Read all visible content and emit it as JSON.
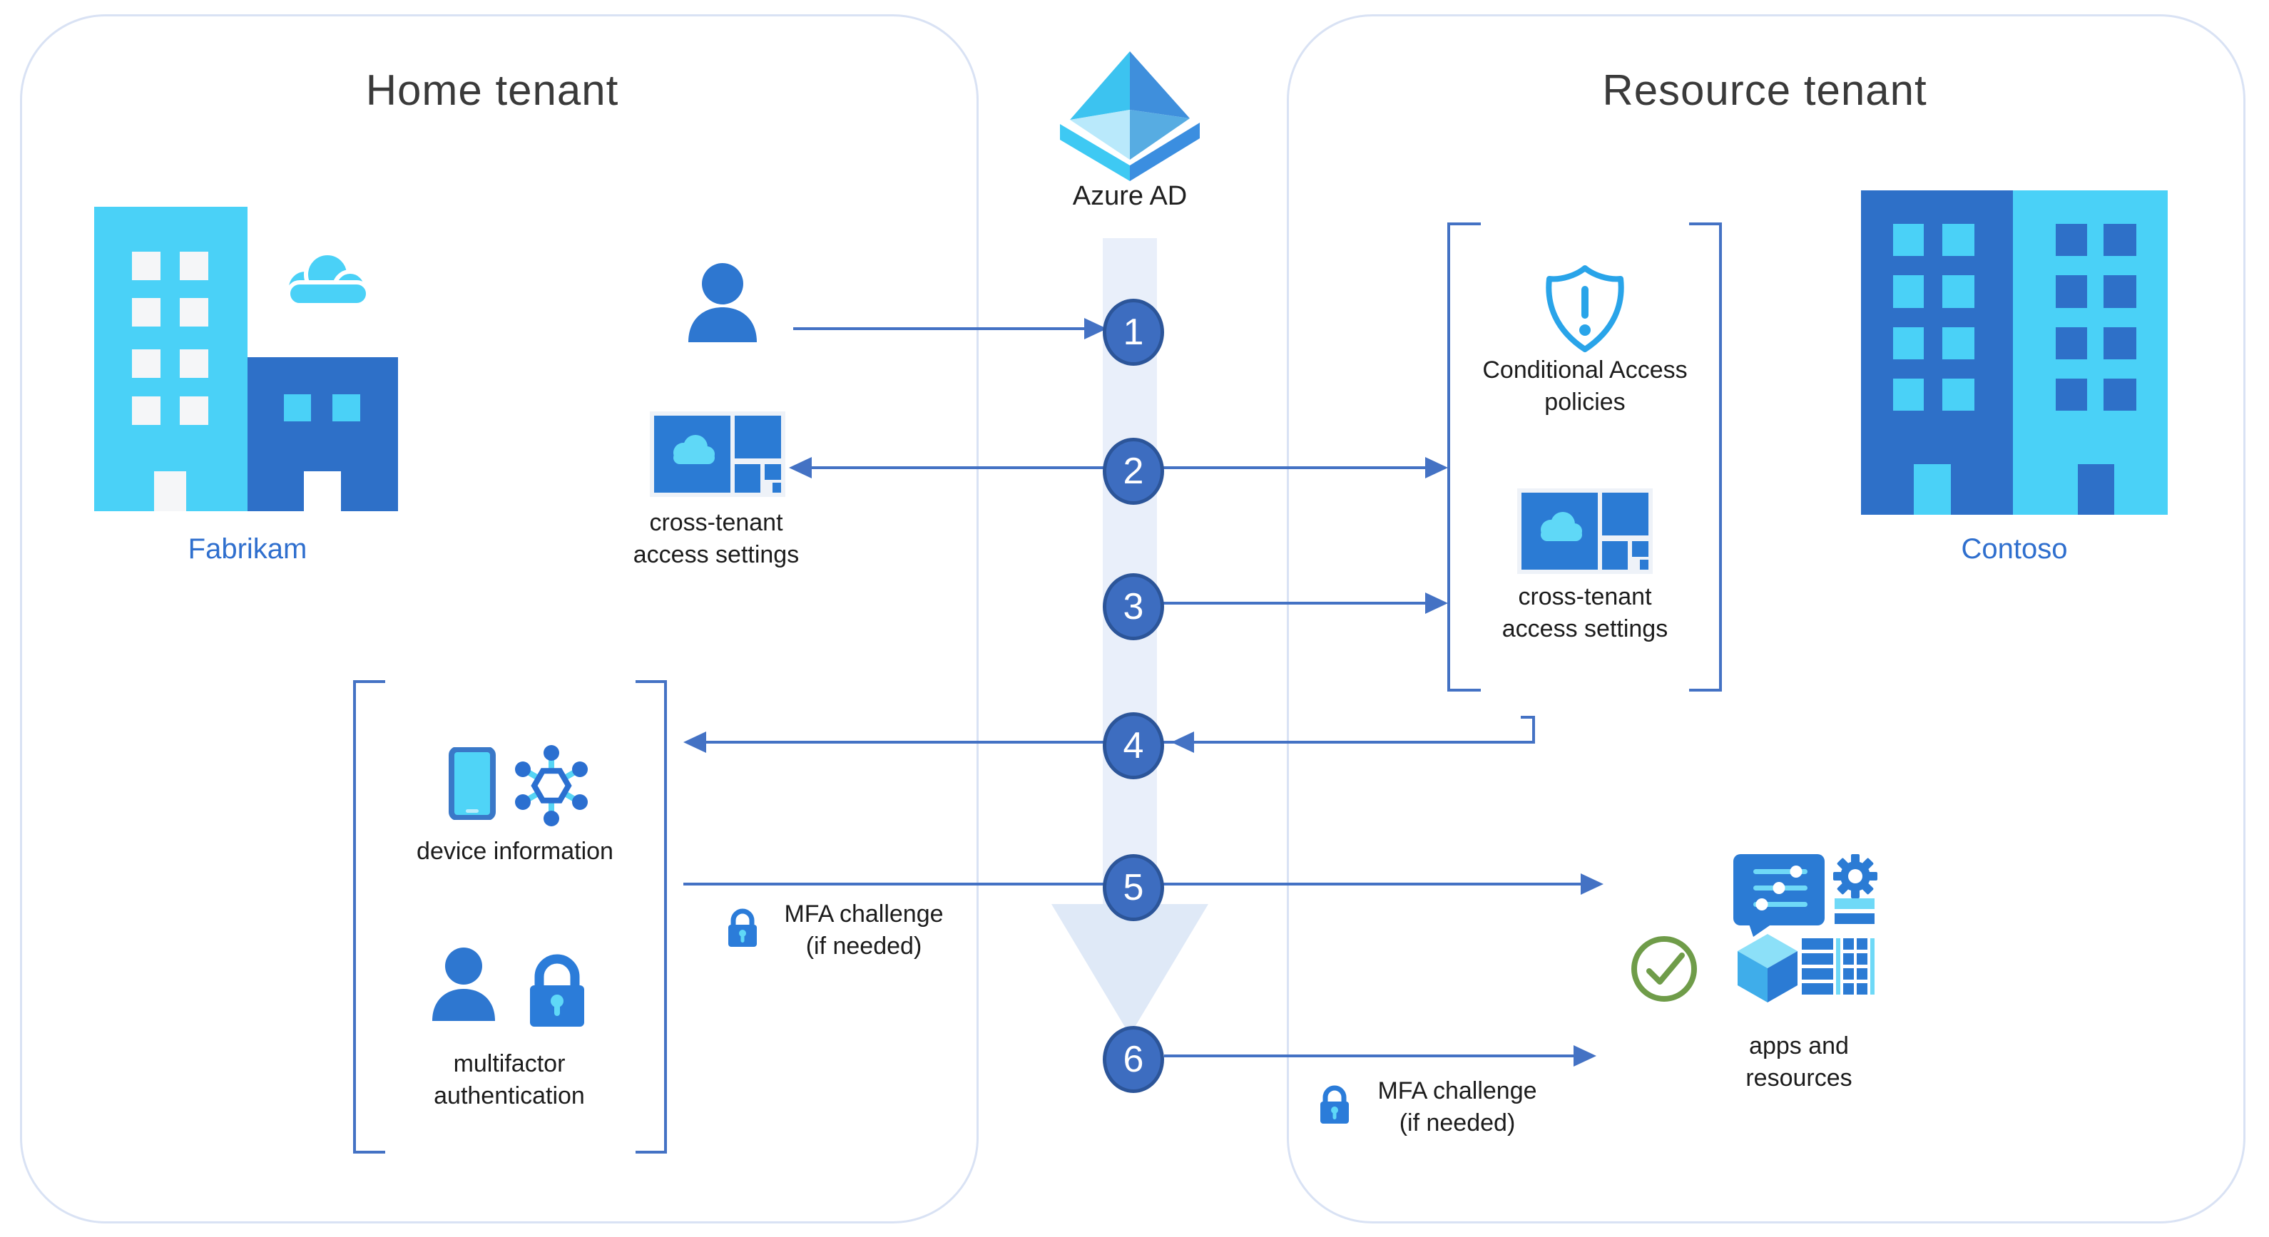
{
  "home": {
    "title": "Home tenant",
    "org_label": "Fabrikam",
    "cross_tenant_line1": "cross-tenant",
    "cross_tenant_line2": "access settings",
    "device_info_label": "device information",
    "multifactor_line1": "multifactor",
    "multifactor_line2": "authentication",
    "mfa_challenge_line1": "MFA challenge",
    "mfa_challenge_line2": "(if needed)"
  },
  "resource": {
    "title": "Resource tenant",
    "org_label": "Contoso",
    "conditional_access_line1": "Conditional Access",
    "conditional_access_line2": "policies",
    "cross_tenant_line1": "cross-tenant",
    "cross_tenant_line2": "access settings",
    "mfa_challenge_line1": "MFA challenge",
    "mfa_challenge_line2": "(if needed)",
    "apps_line1": "apps and",
    "apps_line2": "resources"
  },
  "center": {
    "azure_ad_label": "Azure AD",
    "steps": [
      "1",
      "2",
      "3",
      "4",
      "5",
      "6"
    ]
  },
  "colors": {
    "connector_blue": "#4472c4",
    "step_fill": "#3d6dc0",
    "step_border": "#2c5599",
    "icon_blue": "#2b7bd4",
    "icon_cyan": "#4ad1f7",
    "shield_blue": "#29a4e9",
    "check_green": "#6f9c49",
    "band_light": "#e9effa",
    "container_border": "#d9e2f4",
    "org_text_blue": "#2f6fce"
  }
}
